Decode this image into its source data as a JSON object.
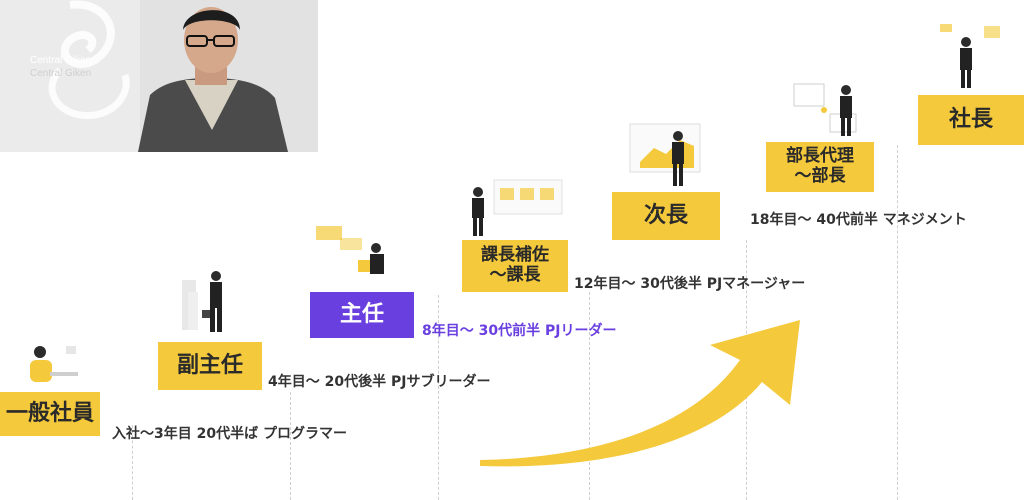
{
  "photo": {
    "logo_text_line1": "Central Giken",
    "logo_text_line2": "Central Giken"
  },
  "steps": [
    {
      "title": "一般社員",
      "description": "入社〜3年目 20代半ば プログラマー"
    },
    {
      "title": "副主任",
      "description": "4年目〜 20代後半 PJサブリーダー"
    },
    {
      "title": "主任",
      "description": "8年目〜 30代前半 PJリーダー"
    },
    {
      "title": "課長補佐\n〜課長",
      "description": "12年目〜 30代後半 PJマネージャー"
    },
    {
      "title": "次長",
      "description": ""
    },
    {
      "title": "部長代理\n〜部長",
      "description": "18年目〜 40代前半 マネジメント"
    },
    {
      "title": "社長",
      "description": ""
    }
  ],
  "colors": {
    "accent": "#f4c93c",
    "highlight": "#6a3fe0",
    "arrow": "#f4c93c"
  }
}
